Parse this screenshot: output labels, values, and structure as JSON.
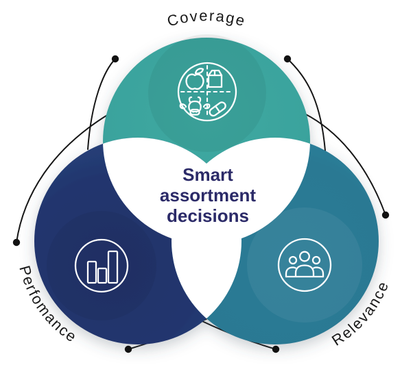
{
  "figure": {
    "title_context": "Venn diagram",
    "center_label": {
      "lines": [
        "Smart",
        "assortment",
        "decisions"
      ],
      "color": "#2b2a68"
    },
    "coverage": {
      "label": "Coverage",
      "icon": "product-categories-icon",
      "color": "#3aa49e"
    },
    "performance": {
      "label": "Perfomance",
      "icon": "bar-chart-icon",
      "color": "#22366e"
    },
    "relevance": {
      "label": "Relevance",
      "icon": "people-group-icon",
      "color": "#2d7d97"
    },
    "overlap_color": "#ffffff",
    "accent": {
      "arc_color": "#161616",
      "label_color": "#191919",
      "icon_stroke": "#ffffff"
    }
  }
}
